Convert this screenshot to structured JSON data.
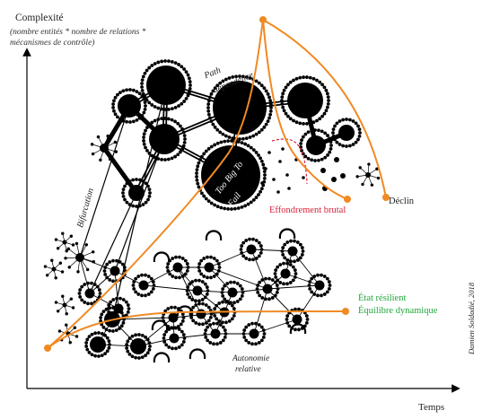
{
  "labels": {
    "y_title": "Complexité",
    "y_subtitle": "(nombre entités * nombre de relations * mécanismes de contrôle)",
    "x_title": "Temps",
    "bifurcation": "Bifurcation",
    "path_dependence_1": "Path",
    "path_dependence_2": "dependence",
    "too_big_to_fail_1": "Too Big To",
    "too_big_to_fail_2": "Fail",
    "effondrement": "Effondrement brutal",
    "declin": "Déclin",
    "etat_resilient_1": "État résilient",
    "etat_resilient_2": "Équilibre dynamique",
    "autonomie_1": "Autonomie",
    "autonomie_2": "relative",
    "credit": "Damien Soldadié, 2018"
  },
  "colors": {
    "orange": "#f08a24",
    "red": "#d8213a",
    "green": "#21a63b",
    "ink": "#000000"
  }
}
